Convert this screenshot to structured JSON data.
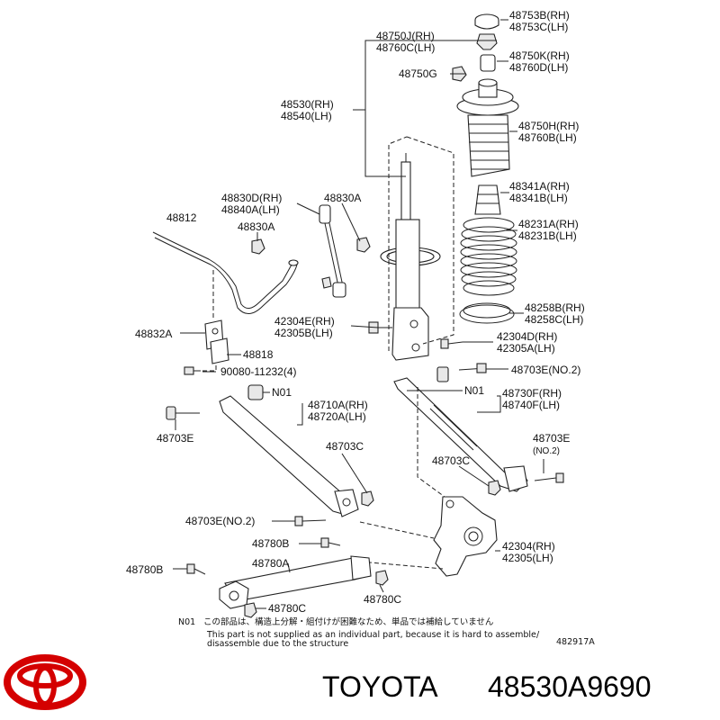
{
  "labels": {
    "p48753": [
      "48753B(RH)",
      "48753C(LH)"
    ],
    "p48750j": [
      "48750J(RH)",
      "48760C(LH)"
    ],
    "p48750k": [
      "48750K(RH)",
      "48760D(LH)"
    ],
    "p48750g": "48750G",
    "p48530": [
      "48530(RH)",
      "48540(LH)"
    ],
    "p48750h": [
      "48750H(RH)",
      "48760B(LH)"
    ],
    "p48341": [
      "48341A(RH)",
      "48341B(LH)"
    ],
    "p48830d": [
      "48830D(RH)",
      "48840A(LH)"
    ],
    "p48830a_top": "48830A",
    "p48812": "48812",
    "p48830a": "48830A",
    "p48231": [
      "48231A(RH)",
      "48231B(LH)"
    ],
    "p48258": [
      "48258B(RH)",
      "48258C(LH)"
    ],
    "p42304e": [
      "42304E(RH)",
      "42305B(LH)"
    ],
    "p48832a": "48832A",
    "p42304d": [
      "42304D(RH)",
      "42305A(LH)"
    ],
    "p48818": "48818",
    "p90080": "90080-11232(4)",
    "p48703e_no2_top": "48703E(NO.2)",
    "n01_left": "N01",
    "p48710a": [
      "48710A(RH)",
      "48720A(LH)"
    ],
    "n01_right": "N01",
    "p48730f": [
      "48730F(RH)",
      "48740F(LH)"
    ],
    "p48703e_left": "48703E",
    "p48703e_right": [
      "48703E",
      "(NO.2)"
    ],
    "p48703c_mid": "48703C",
    "p48703c_right": "48703C",
    "p48703e_no2_bottom": "48703E(NO.2)",
    "p48780b_top": "48780B",
    "p42304": [
      "42304(RH)",
      "42305(LH)"
    ],
    "p48780b_left": "48780B",
    "p48780a": "48780A",
    "p48780c_bottom": "48780C",
    "p48780c_right": "48780C"
  },
  "note": {
    "code": "N01",
    "jp": "この部品は、構造上分解・組付けが困難なため、単品では補給していません",
    "en_line1": "This part is not supplied as an individual part, because it is hard to assemble",
    "en_line2": "disassemble due to the structure",
    "slash": "/",
    "figure_id": "482917A"
  },
  "footer": {
    "brand": "TOYOTA",
    "part_number": "48530A9690"
  },
  "colors": {
    "logo_red": "#d40000",
    "line": "#222222"
  }
}
